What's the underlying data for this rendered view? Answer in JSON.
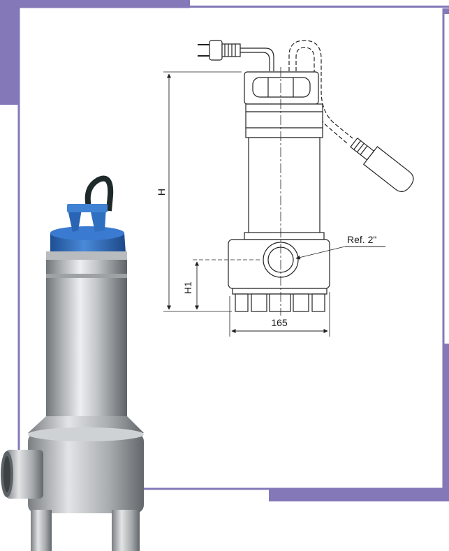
{
  "colors": {
    "frame_purple": "#8478b8",
    "line": "#222222",
    "pump_blue": "#2f6fc0",
    "steel_light": "#d8dadc",
    "steel_dark": "#6f7478"
  },
  "icons": [
    "power-plug-icon",
    "float-switch-icon"
  ],
  "drawing": {
    "label_height": "H",
    "label_inlet_height": "H1",
    "label_width": "165",
    "label_connection": "Ref. 2\""
  }
}
